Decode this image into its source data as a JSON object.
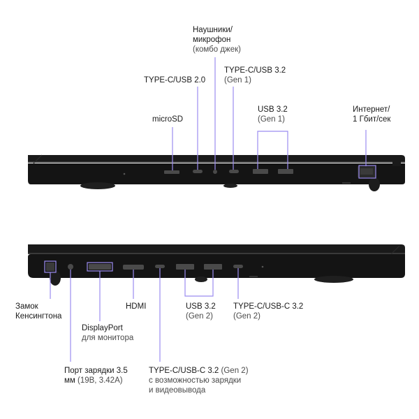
{
  "top_labels": {
    "headphone": [
      "Наушники/",
      "микрофон",
      "(комбо джек)"
    ],
    "typec_usb2": "TYPE-C/USB 2.0",
    "typec_usb32_main": "TYPE-C/USB 3.2",
    "typec_usb32_sub": "(Gen 1)",
    "microsd": "microSD",
    "usb32_main": "USB 3.2",
    "usb32_sub": "(Gen 1)",
    "internet": [
      "Интернет/",
      "1 Гбит/сек"
    ]
  },
  "bottom_labels": {
    "kensington": [
      "Замок",
      "Кенсингтона"
    ],
    "hdmi": "HDMI",
    "displayport": [
      "DisplayPort",
      "для монитора"
    ],
    "usb32_main": "USB 3.2",
    "usb32_sub": "(Gen 2)",
    "typec_usbc32_main": "TYPE-C/USB-C 3.2",
    "typec_usbc32_sub": "(Gen 2)",
    "charge_port_l1_main": "Порт зарядки 3.5",
    "charge_port_l2_main": "мм",
    "charge_port_l2_sub": "(19В, 3.42А)",
    "typec_charge_l1_main": "TYPE-C/USB-C 3.2",
    "typec_charge_l1_sub": "(Gen 2)",
    "typec_charge_l2": "с возможностью зарядки",
    "typec_charge_l3": "и видеовывода"
  },
  "colors": {
    "leader_line": "#9b8cf0",
    "laptop_body": "#151515",
    "laptop_edge": "#2a2a2a",
    "port": "#4a4a4a"
  }
}
